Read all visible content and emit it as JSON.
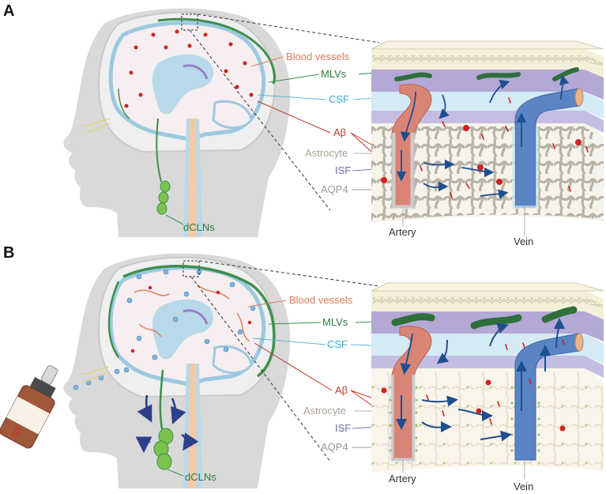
{
  "colors": {
    "head_gray": "#d9d9d9",
    "skull_light": "#ebebeb",
    "brain_tissue": "#f6eef0",
    "csf_blue": "#b7d9ea",
    "blood_vessel": "#e07a56",
    "mlv_green": "#3f8f4e",
    "abeta_red": "#d42020",
    "astrocyte_gray": "#b8b3a5",
    "isf_purple": "#7678b6",
    "aqp4_gray": "#9a9a9a",
    "artery": "#d98575",
    "vein": "#5b84c4",
    "dura_purple": "#b3a8d6"
  },
  "panels": [
    {
      "letter": "A",
      "labels": {
        "blood_vessels": "Blood vessels",
        "mlvs": "MLVs",
        "csf": "CSF",
        "abeta": "Aβ",
        "astrocyte": "Astrocyte",
        "isf": "ISF",
        "aqp4": "AQP4",
        "dclns": "dCLNs",
        "artery": "Artery",
        "vein": "Vein"
      }
    },
    {
      "letter": "B",
      "labels": {
        "blood_vessels": "Blood vessels",
        "mlvs": "MLVs",
        "csf": "CSF",
        "abeta": "Aβ",
        "astrocyte": "Astrocyte",
        "isf": "ISF",
        "aqp4": "AQP4",
        "dclns": "dCLNs",
        "artery": "Artery",
        "vein": "Vein"
      },
      "spray_bottle_text": "OT"
    }
  ]
}
